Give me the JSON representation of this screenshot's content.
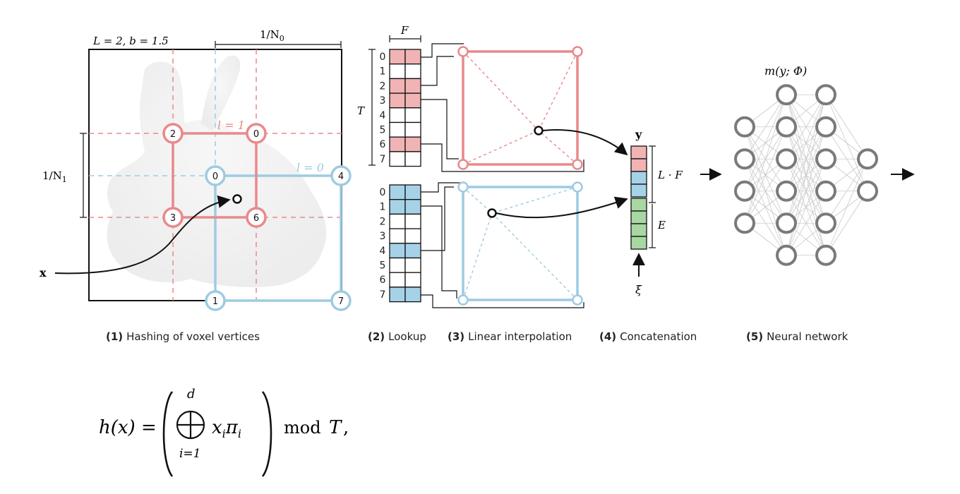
{
  "colors": {
    "red": "#e8898b",
    "red_fill": "#f1b3b4",
    "blue": "#9ecbe2",
    "blue_fill": "#a6d2e8",
    "green_fill": "#a9d7a3",
    "neuron": "#7a7a7a",
    "black": "#111111"
  },
  "panel1": {
    "params": "L = 2,   b = 1.5",
    "n0": "1/N",
    "n0_sub": "0",
    "n1": "1/N",
    "n1_sub": "1",
    "level1": "l = 1",
    "level0": "l = 0",
    "x_label": "x",
    "red_vertices": [
      "2",
      "0",
      "3",
      "6"
    ],
    "blue_vertices": [
      "0",
      "4",
      "1",
      "7"
    ],
    "caption_num": "(1)",
    "caption": "Hashing of voxel vertices"
  },
  "panel2": {
    "f_label": "F",
    "t_label": "T",
    "indices": [
      "0",
      "1",
      "2",
      "3",
      "4",
      "5",
      "6",
      "7"
    ],
    "red_rows": [
      0,
      2,
      3,
      6
    ],
    "blue_rows": [
      0,
      1,
      4,
      7
    ],
    "caption_num": "(2)",
    "caption": "Lookup"
  },
  "panel3": {
    "caption_num": "(3)",
    "caption": "Linear interpolation"
  },
  "panel4": {
    "y_label": "y",
    "lf_label": "L · F",
    "e_label": "E",
    "xi_label": "ξ",
    "caption_num": "(4)",
    "caption": "Concatenation"
  },
  "panel5": {
    "title": "m(y; Φ)",
    "layers": [
      4,
      6,
      6,
      2
    ],
    "caption_num": "(5)",
    "caption": "Neural network"
  },
  "equation": {
    "lhs": "h(x) =",
    "upper": "d",
    "lower": "i=1",
    "term": "x",
    "sub_i": "i",
    "pi": "π",
    "mod": "mod",
    "T": "T",
    "comma": ","
  }
}
